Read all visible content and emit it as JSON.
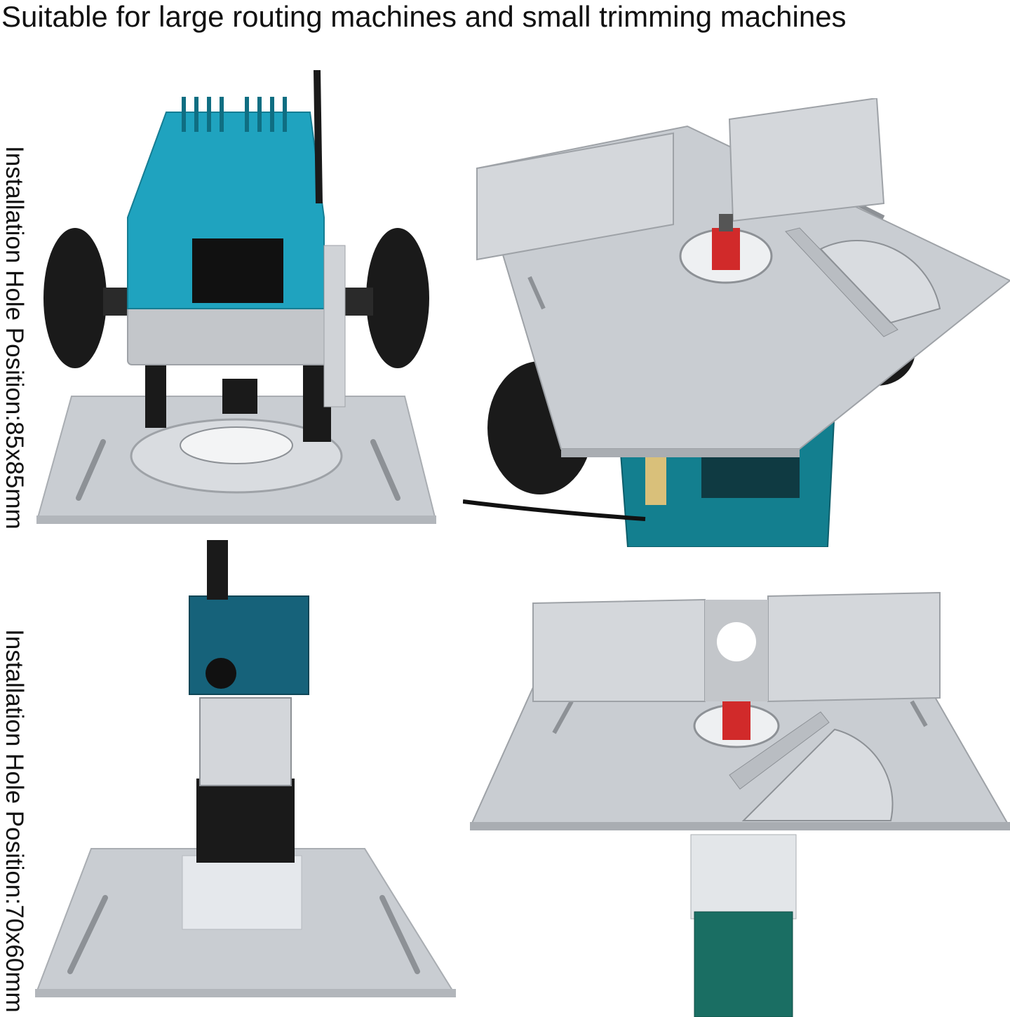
{
  "headline": "Suitable for large routing machines and small trimming machines",
  "side_labels": {
    "large_router": "Installation Hole Position:85x85mm",
    "small_trimmer": "Installation Hole Position:70x60mm"
  },
  "colors": {
    "router_body": "#1fa3bf",
    "aluminum": "#c9cdd2",
    "bit_red": "#d12a2a",
    "handle_black": "#1a1a1a"
  }
}
